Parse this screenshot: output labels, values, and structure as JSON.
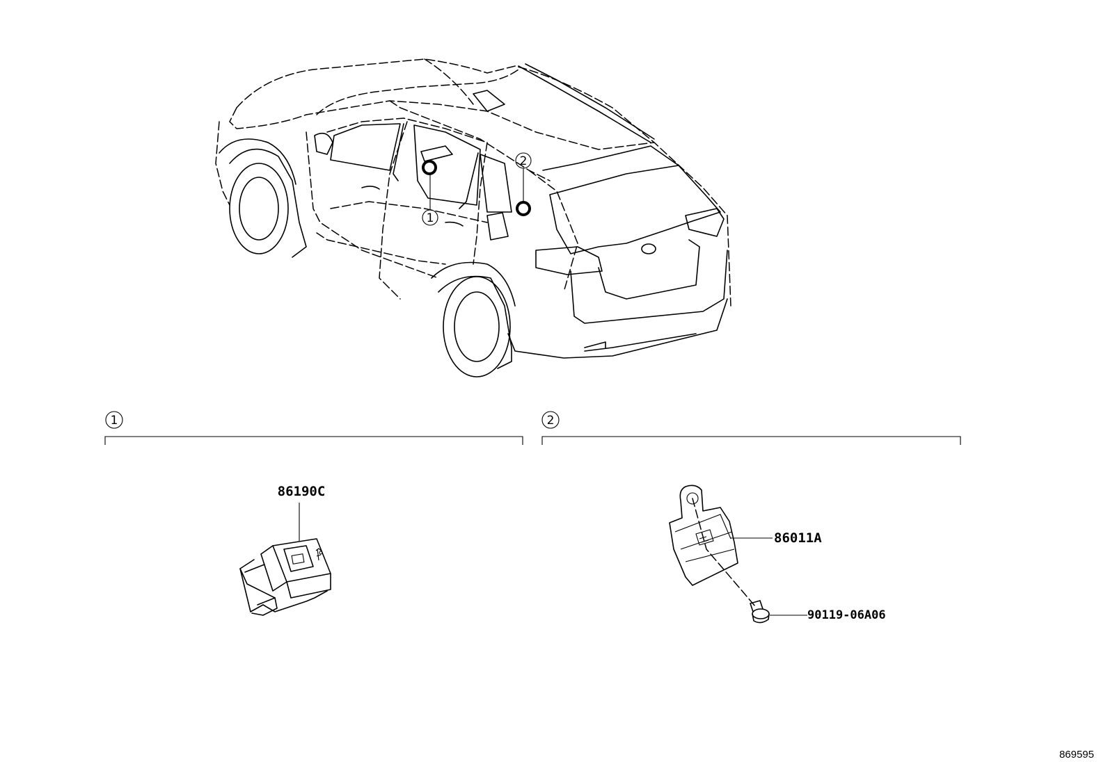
{
  "callouts": [
    {
      "id": "1",
      "text": "1"
    },
    {
      "id": "2",
      "text": "2"
    }
  ],
  "sections": [
    {
      "id": "1",
      "text": "1"
    },
    {
      "id": "2",
      "text": "2"
    }
  ],
  "parts": [
    {
      "number": "86190C",
      "section": "1",
      "icon": "usb-socket-icon"
    },
    {
      "number": "86011A",
      "section": "2",
      "icon": "module-bracket-icon"
    },
    {
      "number": "90119-06A06",
      "section": "2",
      "icon": "bolt-icon"
    }
  ],
  "illustration_ref": "869595"
}
